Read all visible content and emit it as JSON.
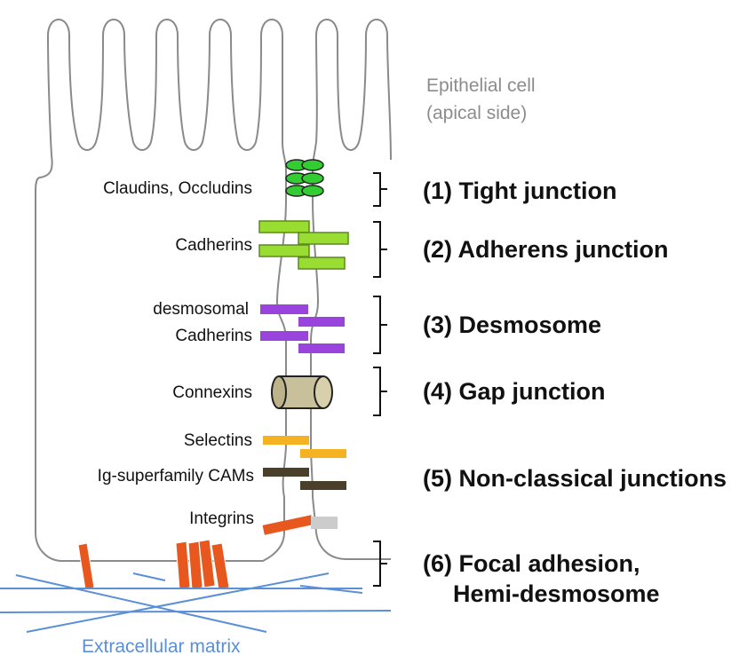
{
  "cell_label": {
    "line1": "Epithelial cell",
    "line2": "(apical side)"
  },
  "ecm_label": "Extracellular matrix",
  "proteins": {
    "tight": "Claudins, Occludins",
    "adherens": "Cadherins",
    "desmo_line1": "desmosomal",
    "desmo_line2": "Cadherins",
    "gap": "Connexins",
    "selectins": "Selectins",
    "ig": "Ig-superfamily CAMs",
    "integrins": "Integrins"
  },
  "junctions": {
    "j1": "(1) Tight junction",
    "j2": "(2) Adherens junction",
    "j3": "(3) Desmosome",
    "j4": "(4) Gap junction",
    "j5": "(5) Non-classical junctions",
    "j6_line1": "(6) Focal adhesion,",
    "j6_line2": "Hemi-desmosome"
  },
  "colors": {
    "membrane": "#8a8a8a",
    "tight": "#33cc33",
    "adherens": "#99dd33",
    "desmosome": "#9944dd",
    "gap": "#c8c09a",
    "selectin": "#f5b324",
    "ig_cam": "#4a3f28",
    "integrin": "#e8581e",
    "ecm": "#5b8fd6"
  }
}
